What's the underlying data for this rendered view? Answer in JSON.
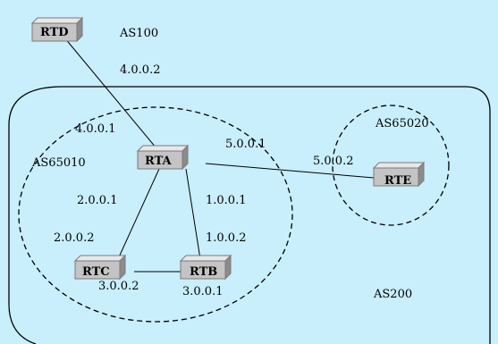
{
  "routers": {
    "rtd": "RTD",
    "rta": "RTA",
    "rte": "RTE",
    "rtc": "RTC",
    "rtb": "RTB"
  },
  "areas": {
    "as100": "AS100",
    "as200": "AS200",
    "as65010": "AS65010",
    "as65020": "AS65020"
  },
  "addresses": {
    "rtd_rta_d": "4.0.0.2",
    "rtd_rta_a": "4.0.0.1",
    "rta_rte_a": "5.0.0.1",
    "rta_rte_e": "5.0.0.2",
    "rta_rtc_a": "2.0.0.1",
    "rta_rtc_c": "2.0.0.2",
    "rta_rtb_a": "1.0.0.1",
    "rta_rtb_b": "1.0.0.2",
    "rtc_rtb_c": "3.0.0.2",
    "rtc_rtb_b": "3.0.0.1"
  },
  "colors": {
    "background": "#c9eefc",
    "router_face": "#c4c4c4",
    "router_top": "#e8e8e8",
    "router_side": "#8c8c8c",
    "line": "#000000"
  }
}
